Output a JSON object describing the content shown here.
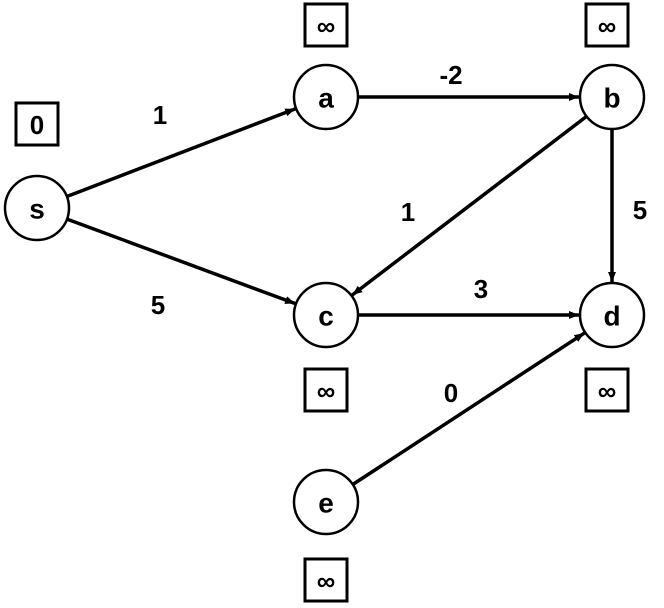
{
  "diagram": {
    "type": "directed-weighted-graph",
    "nodes": [
      {
        "id": "s",
        "label": "s",
        "distance": "0"
      },
      {
        "id": "a",
        "label": "a",
        "distance": "∞"
      },
      {
        "id": "b",
        "label": "b",
        "distance": "∞"
      },
      {
        "id": "c",
        "label": "c",
        "distance": "∞"
      },
      {
        "id": "d",
        "label": "d",
        "distance": "∞"
      },
      {
        "id": "e",
        "label": "e",
        "distance": "∞"
      }
    ],
    "edges": [
      {
        "from": "s",
        "to": "a",
        "weight": "1"
      },
      {
        "from": "s",
        "to": "c",
        "weight": "5"
      },
      {
        "from": "a",
        "to": "b",
        "weight": "-2"
      },
      {
        "from": "b",
        "to": "c",
        "weight": "1"
      },
      {
        "from": "b",
        "to": "d",
        "weight": "5"
      },
      {
        "from": "c",
        "to": "d",
        "weight": "3"
      },
      {
        "from": "e",
        "to": "d",
        "weight": "0"
      }
    ]
  }
}
